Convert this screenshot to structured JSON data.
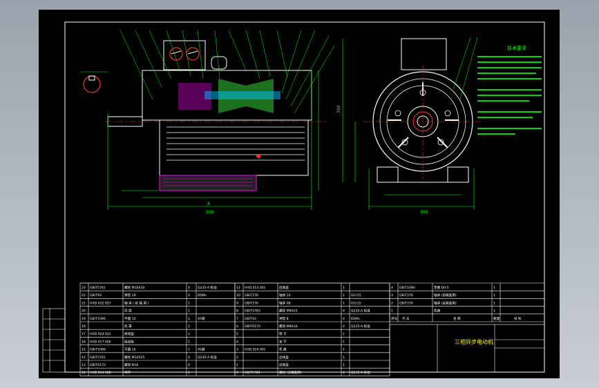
{
  "drawing": {
    "title_block_name": "三相异步电动机",
    "tech_req_title": "技术要求",
    "dim_front": "500",
    "dim_side_width": "300",
    "dim_height": "388",
    "dim_overall": "A"
  },
  "bom_left": [
    {
      "no": "23",
      "code": "GB/T5781",
      "name": "螺栓 M16X30",
      "qty": "4",
      "mat": "Q235-A 标准"
    },
    {
      "no": "22",
      "code": "GB/T93",
      "name": "弹垫 16",
      "qty": "4",
      "mat": "65Mn"
    },
    {
      "no": "21",
      "code": "HXD 032 057",
      "name": "轴 承 ( 前 端 用 )",
      "qty": "1",
      "mat": ""
    },
    {
      "no": "20",
      "code": "",
      "name": "风 扇",
      "qty": "1",
      "mat": ""
    },
    {
      "no": "19",
      "code": "GB/T1096",
      "name": "平键 10",
      "qty": "1",
      "mat": "45钢"
    },
    {
      "no": "18",
      "code": "",
      "name": "风 罩",
      "qty": "1",
      "mat": ""
    },
    {
      "no": "17",
      "code": "HXD 024 031",
      "name": "接线盒",
      "qty": "1",
      "mat": ""
    },
    {
      "no": "16",
      "code": "HXD 017 056",
      "name": "接线板",
      "qty": "1",
      "mat": ""
    },
    {
      "no": "15",
      "code": "GB/T1096",
      "name": "平键 16",
      "qty": "1",
      "mat": "45钢"
    },
    {
      "no": "14",
      "code": "GB/T5781",
      "name": "螺栓 M10X25",
      "qty": "4",
      "mat": "Q235-A 标准"
    },
    {
      "no": "13",
      "code": "GB/T6170",
      "name": "螺母 M16",
      "qty": "4",
      "mat": ""
    },
    {
      "no": "12",
      "code": "HXD 014 008",
      "name": "吊环",
      "qty": "1",
      "mat": ""
    }
  ],
  "bom_mid": [
    {
      "no": "11",
      "code": "HXD 013 001",
      "name": "后端盖",
      "qty": "1",
      "mat": ""
    },
    {
      "no": "10",
      "code": "GB/T276",
      "name": "轴承 10",
      "qty": "1",
      "mat": "GCr15"
    },
    {
      "no": "9",
      "code": "GB/T276",
      "name": "轴承 08",
      "qty": "1",
      "mat": "GCr15"
    },
    {
      "no": "8",
      "code": "GB/T5783",
      "name": "螺栓 M8X25",
      "qty": "4",
      "mat": "Q235-A 标准"
    },
    {
      "no": "7",
      "code": "GB/T93",
      "name": "弹垫 8",
      "qty": "4",
      "mat": "65Mn"
    },
    {
      "no": "6",
      "code": "GB/T6170",
      "name": "螺母 M8X16",
      "qty": "4",
      "mat": "Q235-A 标准"
    },
    {
      "no": "5",
      "code": "",
      "name": "转 子",
      "qty": "1",
      "mat": ""
    },
    {
      "no": "4",
      "code": "",
      "name": "定 子",
      "qty": "1",
      "mat": ""
    },
    {
      "no": "3",
      "code": "HXD 024 001",
      "name": "机 座",
      "qty": "1",
      "mat": ""
    },
    {
      "no": "2",
      "code": "",
      "name": "出线盒",
      "qty": "1",
      "mat": ""
    },
    {
      "no": "1",
      "code": "",
      "name": "前端盖",
      "qty": "1",
      "mat": ""
    },
    {
      "no": "0",
      "code": "GB/T5781",
      "name": "螺栓 (前端盖用)",
      "qty": "4",
      "mat": "Q235-A 标准"
    }
  ],
  "bom_right": [
    {
      "no": "4",
      "code": "GB/T1096",
      "name": "垫圈 D0-5",
      "qty": "1"
    },
    {
      "no": "3",
      "code": "GB/T276",
      "name": "轴承 (前端盖用)",
      "qty": "1"
    },
    {
      "no": "2",
      "code": "GB/T276",
      "name": "轴承 (后端盖用)",
      "qty": "1"
    },
    {
      "no": "1",
      "code": "",
      "name": "机座",
      "qty": "1"
    }
  ],
  "bom_header": {
    "no": "序号",
    "code": "代 号",
    "name": "名 称",
    "qty": "数量",
    "mat": "材 料"
  }
}
